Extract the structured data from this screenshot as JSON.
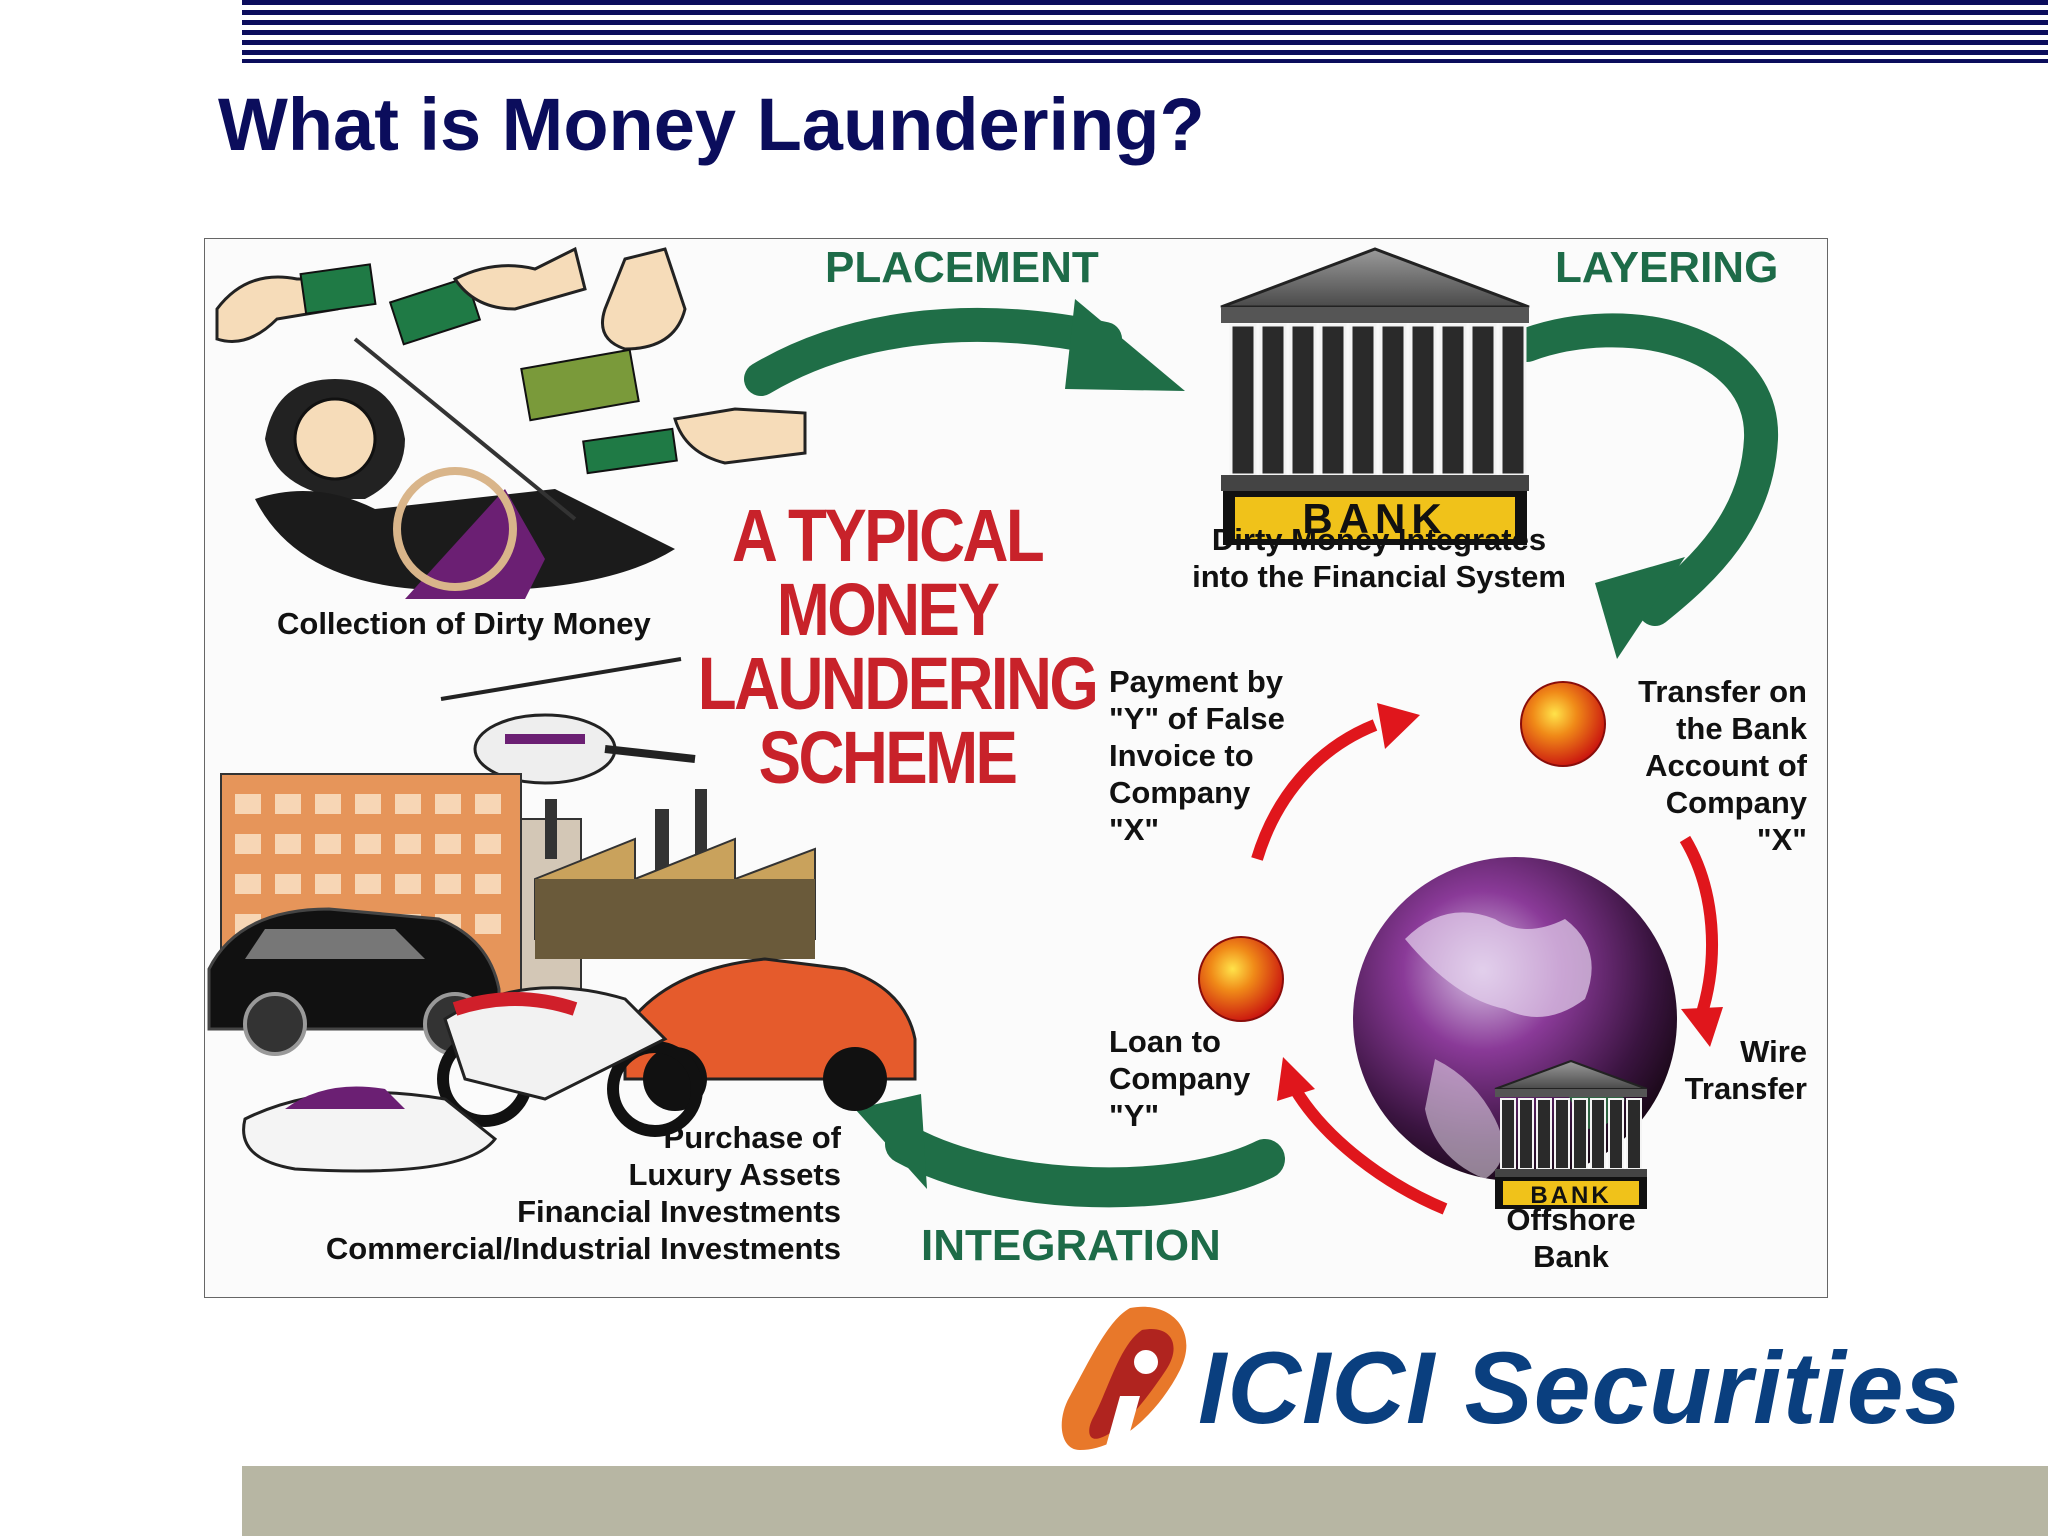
{
  "slide": {
    "title": "What is Money Laundering?"
  },
  "diagram": {
    "scheme_title": [
      "A TYPICAL",
      "MONEY",
      "LAUNDERING",
      "SCHEME"
    ],
    "stages": {
      "placement": "PLACEMENT",
      "layering": "LAYERING",
      "integration": "INTEGRATION"
    },
    "bank_sign": "BANK",
    "offshore_bank_sign": "BANK",
    "labels": {
      "collection": "Collection of Dirty Money",
      "integrates": [
        "Dirty Money Integrates",
        "into the Financial System"
      ],
      "payment": [
        "Payment by",
        "\"Y\" of False",
        "Invoice to",
        "Company",
        "\"X\""
      ],
      "transfer": [
        "Transfer on",
        "the Bank",
        "Account of",
        "Company",
        "\"X\""
      ],
      "loan": [
        "Loan to",
        "Company",
        "\"Y\""
      ],
      "wire": [
        "Wire",
        "Transfer"
      ],
      "offshore": [
        "Offshore",
        "Bank"
      ],
      "purchase": [
        "Purchase of",
        "Luxury Assets",
        "Financial Investments",
        "Commercial/Industrial Investments"
      ]
    },
    "colors": {
      "stage_arrows": "#1f6e47",
      "cycle_arrows": "#e0161c",
      "scheme_title": "#c8222a",
      "globe": "#7a2f86"
    }
  },
  "logo": {
    "wordmark": "ICICI Securities",
    "colors": {
      "navy": "#0a3f7f",
      "orange": "#e8782a",
      "red": "#b0241f"
    }
  },
  "theme": {
    "title_color": "#0b0d5c",
    "footer_bar": "#b7b6a3"
  }
}
